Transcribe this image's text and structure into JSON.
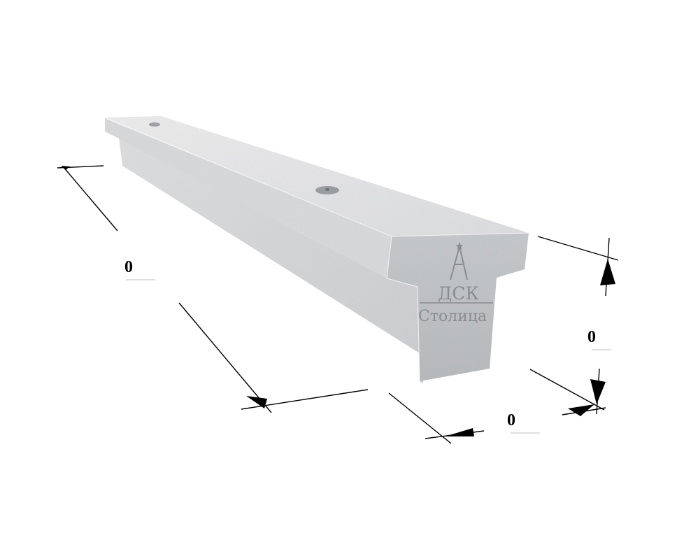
{
  "drawing": {
    "dimension_labels": {
      "length": "0",
      "height": "0",
      "width": "0"
    },
    "logo": {
      "line1": "ДСК",
      "line2": "Столица"
    },
    "colors": {
      "background": "#ffffff",
      "concrete_top": "#e4e5e6",
      "concrete_side": "#d2d4d6",
      "concrete_end": "#bcbfc2",
      "dimension_line": "#000000",
      "logo_engraving": "#8a8d90"
    }
  }
}
